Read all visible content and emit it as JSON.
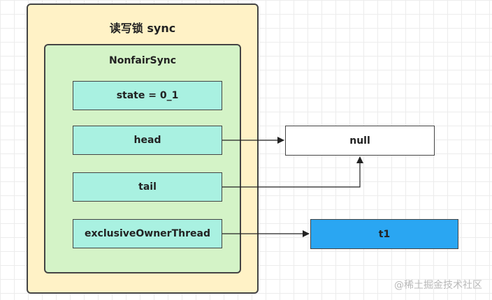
{
  "outer": {
    "title": "读写锁 sync"
  },
  "inner": {
    "title": "NonfairSync"
  },
  "fields": {
    "state": "state = 0_1",
    "head": "head",
    "tail": "tail",
    "owner": "exclusiveOwnerThread"
  },
  "targets": {
    "null_label": "null",
    "t1_label": "t1"
  },
  "watermark": "@稀土掘金技术社区",
  "colors": {
    "outer_fill": "#fff2c6",
    "inner_fill": "#d4f3c7",
    "field_fill": "#a9f1e1",
    "t1_fill": "#2aa6f2"
  }
}
